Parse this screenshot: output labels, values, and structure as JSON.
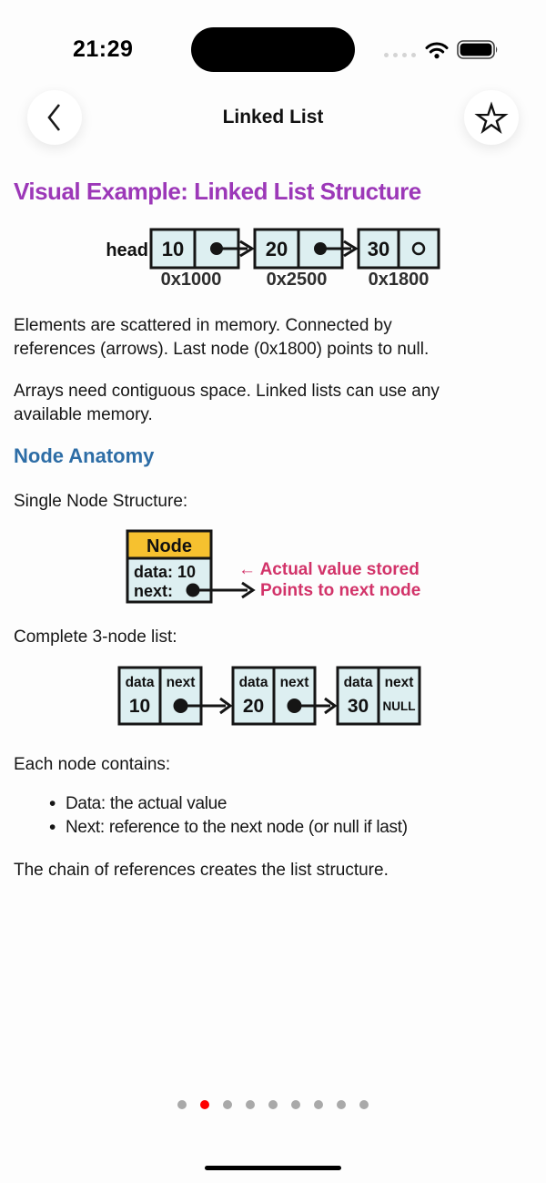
{
  "status_bar": {
    "time": "21:29"
  },
  "nav_bar": {
    "title": "Linked List"
  },
  "icons": {
    "left": "chevron-left-icon",
    "right": "star-outline-icon",
    "status": [
      "cellular-signal-dots-icon",
      "wifi-icon",
      "battery-full-icon"
    ]
  },
  "content": {
    "h1": "Visual Example: Linked List Structure",
    "memory_diagram": {
      "head_label": "head",
      "nodes": [
        {
          "value": "10",
          "address": "0x1000"
        },
        {
          "value": "20",
          "address": "0x2500"
        },
        {
          "value": "30",
          "address": "0x1800"
        }
      ]
    },
    "para1": "Elements are scattered in memory. Connected by\nreferences (arrows). Last node (0x1800) points to null.",
    "para2": "Arrays need contiguous space. Linked lists can use any\navailable memory.",
    "h2": "Node Anatomy",
    "single_node_label": "Single Node Structure:",
    "node_anatomy": {
      "title": "Node",
      "data_row": "data: 10",
      "next_label": "next:",
      "annotation_value": "← Actual value stored",
      "annotation_next": "Points to next node"
    },
    "complete_list_label": "Complete 3-node list:",
    "list_diagram": {
      "col_data": "data",
      "col_next": "next",
      "nodes": [
        {
          "data": "10"
        },
        {
          "data": "20"
        },
        {
          "data": "30",
          "null_label": "NULL"
        }
      ]
    },
    "each_node_label": "Each node contains:",
    "bullets": [
      "Data: the actual value",
      "Next: reference to the next node (or null if last)"
    ],
    "closing": "The chain of references creates the list structure."
  },
  "pagination": {
    "count": 9,
    "active_index": 1
  },
  "colors": {
    "heading-purple": "#9c38b8",
    "heading-blue": "#2d6da6",
    "annotation-pink": "#d23369",
    "node-header-yellow": "#f6c12f",
    "cell-fill": "#ddeff1",
    "active-dot-red": "#fe0000",
    "inactive-dot-gray": "#a9a9a9"
  }
}
